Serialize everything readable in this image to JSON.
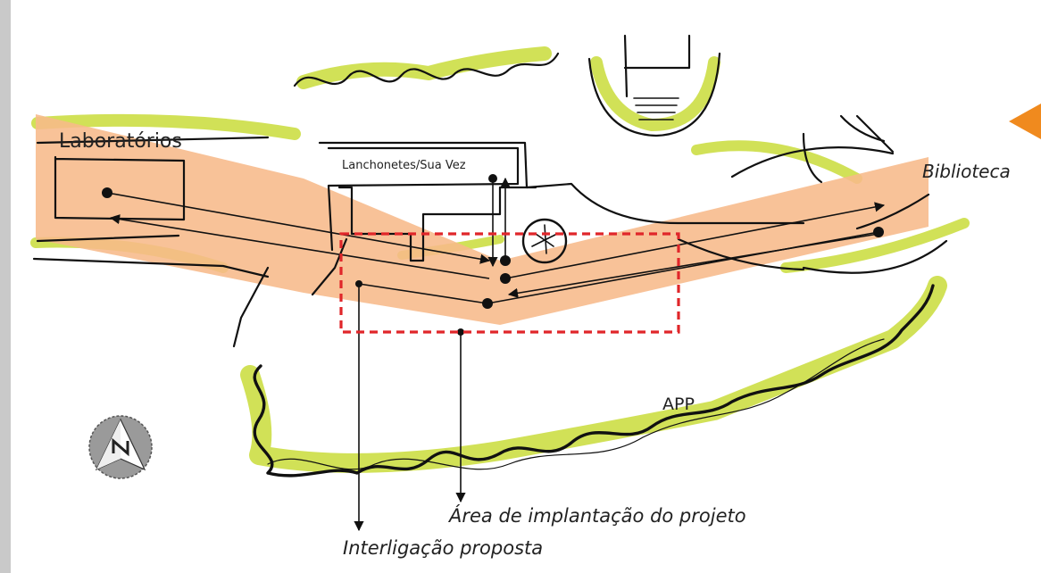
{
  "labels": {
    "laboratorios": "Laboratórios",
    "lanchonetes": "Lanchonetes/Sua Vez",
    "biblioteca": "Biblioteca",
    "app": "APP",
    "area_implantacao": "Área de implantação do projeto",
    "interligacao": "Interligação proposta"
  },
  "colors": {
    "path_band": "#f7b98a",
    "vegetation": "#c9dc3a",
    "implantation_area": "#e0262a",
    "ink": "#111111",
    "accent": "#f08a1e"
  },
  "icons": {
    "north": "north-arrow-icon"
  }
}
